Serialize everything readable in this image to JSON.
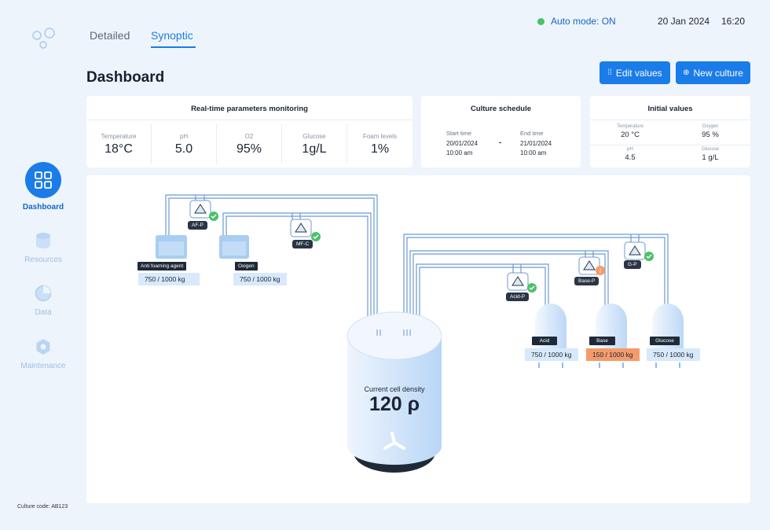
{
  "header": {
    "tabs": [
      {
        "label": "Detailed"
      },
      {
        "label": "Synoptic"
      }
    ],
    "status": "Auto mode: ON",
    "status_color": "#4cc06a",
    "date": "20 Jan 2024",
    "time": "16:20",
    "page_title": "Dashboard",
    "edit_button": "Edit values",
    "new_culture_button": "New culture"
  },
  "sidebar": {
    "items": [
      {
        "label": "Dashboard",
        "icon": "grid-icon",
        "active": true
      },
      {
        "label": "Resources",
        "icon": "database-icon",
        "active": false
      },
      {
        "label": "Data",
        "icon": "pie-chart-icon",
        "active": false
      },
      {
        "label": "Maintenance",
        "icon": "hexagon-icon",
        "active": false
      }
    ],
    "culture_code": "Culture code: AB123"
  },
  "monitoring": {
    "title": "Real-time parameters monitoring",
    "params": [
      {
        "label": "Temperature",
        "value": "18°C"
      },
      {
        "label": "pH",
        "value": "5.0"
      },
      {
        "label": "O2",
        "value": "95%"
      },
      {
        "label": "Glucose",
        "value": "1g/L"
      },
      {
        "label": "Foam levels",
        "value": "1%"
      }
    ]
  },
  "schedule": {
    "title": "Culture schedule",
    "start_label": "Start time",
    "start_date": "20/01/2024",
    "start_time": "10:00 am",
    "separator": "-",
    "end_label": "End time",
    "end_date": "21/01/2024",
    "end_time": "10:00 am"
  },
  "initial": {
    "title": "Initial values",
    "items": [
      {
        "label": "Temperature",
        "value": "20 °C"
      },
      {
        "label": "Oxygen",
        "value": "95 %"
      },
      {
        "label": "pH",
        "value": "4.5"
      },
      {
        "label": "Glucose",
        "value": "1 g/L"
      }
    ]
  },
  "synoptic": {
    "pumps": [
      {
        "label": "AF-P",
        "status": "ok"
      },
      {
        "label": "MF-C",
        "status": "ok"
      },
      {
        "label": "Acid-P",
        "status": "ok"
      },
      {
        "label": "Base-P",
        "status": "warning"
      },
      {
        "label": "G-P",
        "status": "ok"
      }
    ],
    "containers": [
      {
        "label": "Anti foaming agent",
        "value": "750 / 1000 kg",
        "warning": false
      },
      {
        "label": "Oxigen",
        "value": "750 / 1000 kg",
        "warning": false
      },
      {
        "label": "Acid",
        "value": "750 / 1000 kg",
        "warning": false
      },
      {
        "label": "Base",
        "value": "150 / 1000 kg",
        "warning": true
      },
      {
        "label": "Glucose",
        "value": "750 / 1000 kg",
        "warning": false
      }
    ],
    "bioreactor": {
      "label": "Current cell density",
      "value": "120 ρ"
    },
    "colors": {
      "ok": "#4cc06a",
      "warning": "#f49b6b",
      "accent": "#1a7ce8",
      "pipe": "#6b9ad0"
    }
  }
}
